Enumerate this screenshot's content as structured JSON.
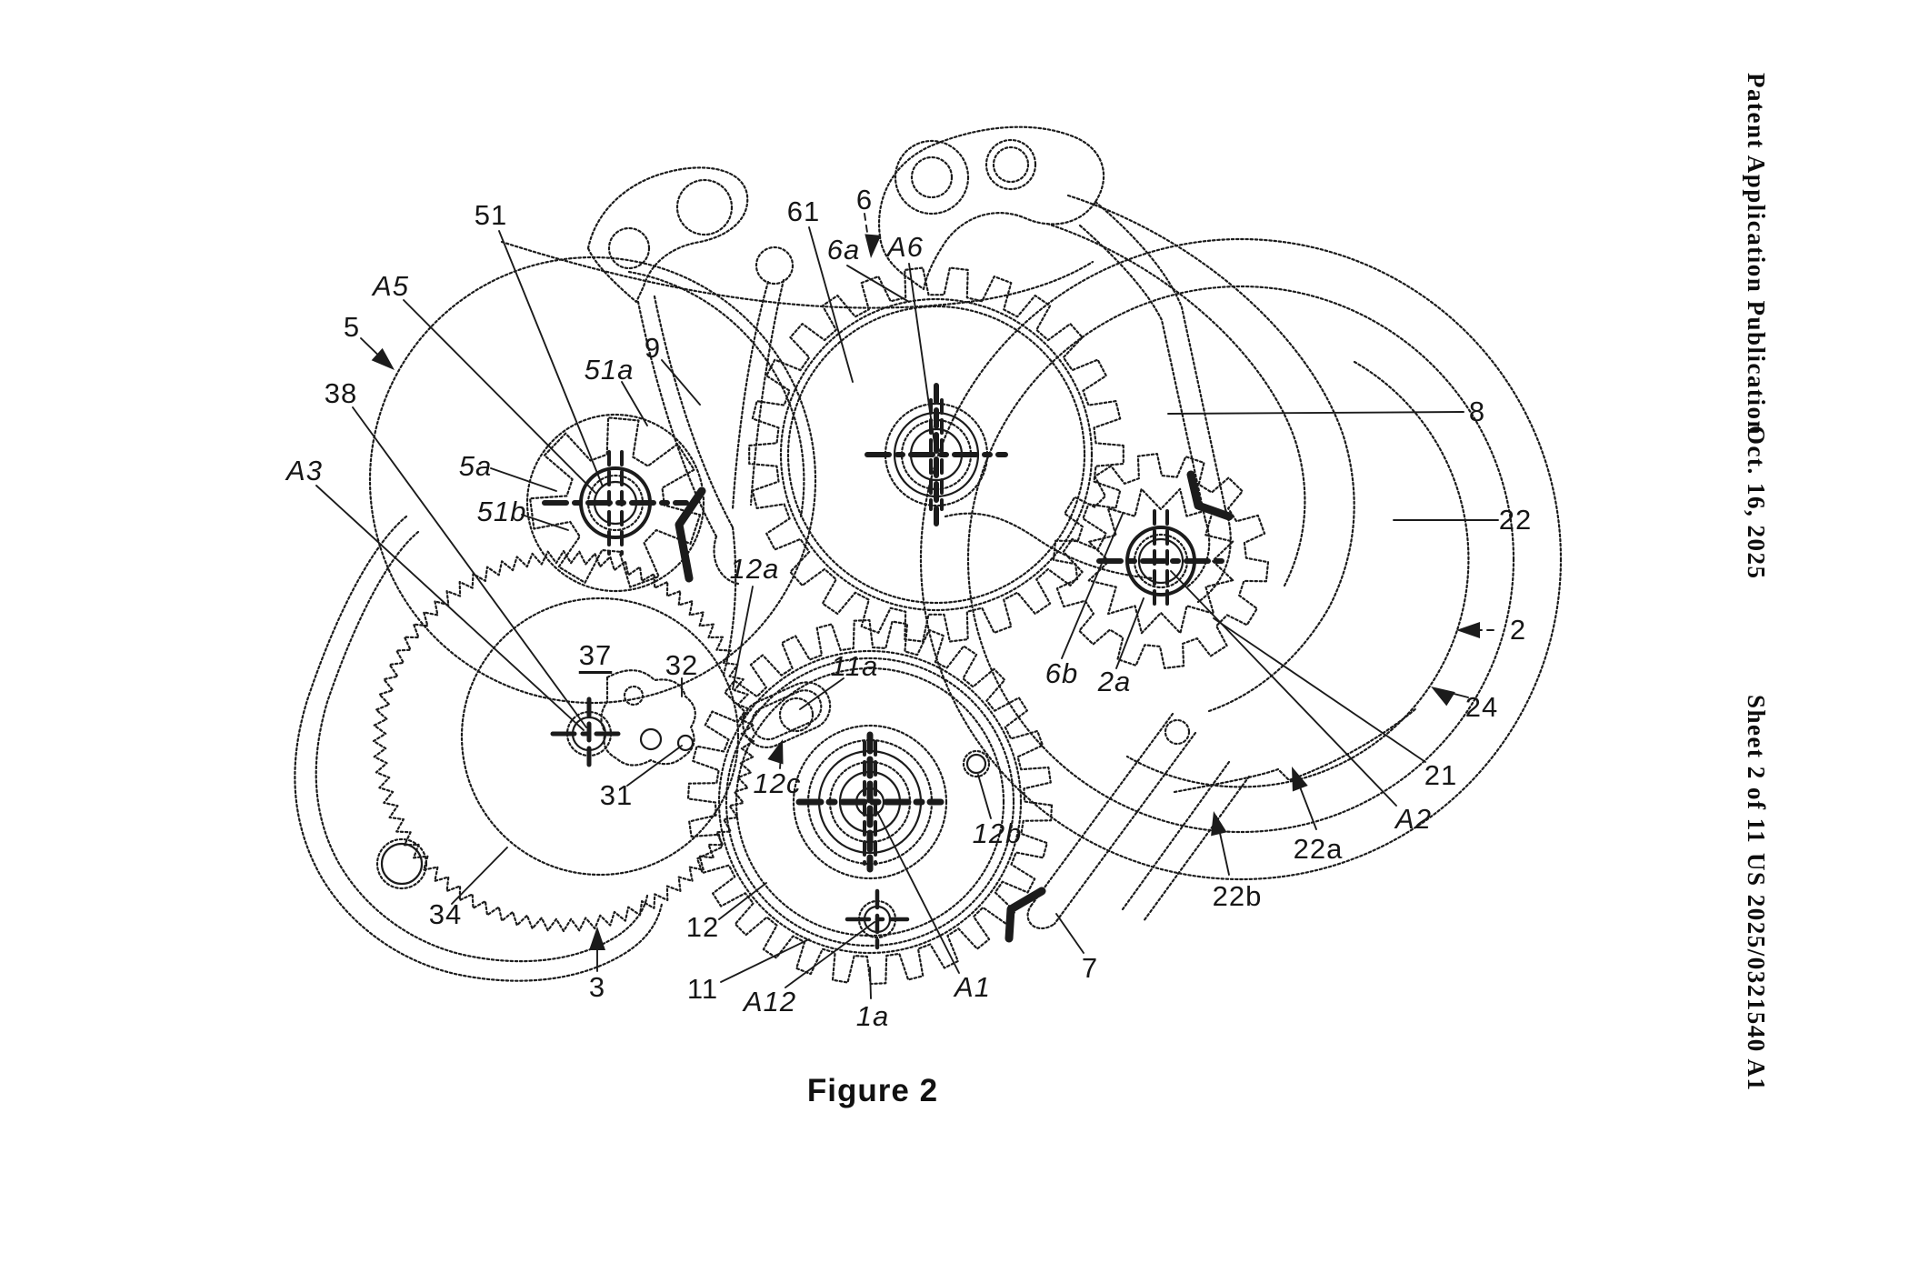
{
  "page": {
    "paper_color": "#ffffff",
    "ink_color": "#1b1b1b"
  },
  "header": {
    "publication": "Patent Application Publication",
    "date": "Oct. 16, 2025",
    "sheet": "Sheet 2 of 11",
    "number": "US 2025/0321540 A1"
  },
  "figure": {
    "caption": "Figure 2",
    "labels": [
      {
        "text": "51"
      },
      {
        "text": "A5"
      },
      {
        "text": "5"
      },
      {
        "text": "38"
      },
      {
        "text": "A3"
      },
      {
        "text": "5a"
      },
      {
        "text": "51a"
      },
      {
        "text": "51b"
      },
      {
        "text": "9"
      },
      {
        "text": "61"
      },
      {
        "text": "6a"
      },
      {
        "text": "6"
      },
      {
        "text": "A6"
      },
      {
        "text": "8"
      },
      {
        "text": "22"
      },
      {
        "text": "2"
      },
      {
        "text": "24"
      },
      {
        "text": "21"
      },
      {
        "text": "A2"
      },
      {
        "text": "22a"
      },
      {
        "text": "22b"
      },
      {
        "text": "7"
      },
      {
        "text": "A1"
      },
      {
        "text": "1a"
      },
      {
        "text": "A12"
      },
      {
        "text": "11"
      },
      {
        "text": "12"
      },
      {
        "text": "3"
      },
      {
        "text": "34"
      },
      {
        "text": "31"
      },
      {
        "text": "32"
      },
      {
        "text": "37"
      },
      {
        "text": "12a"
      },
      {
        "text": "11a"
      },
      {
        "text": "12c"
      },
      {
        "text": "12b"
      },
      {
        "text": "6b"
      },
      {
        "text": "2a"
      }
    ]
  }
}
